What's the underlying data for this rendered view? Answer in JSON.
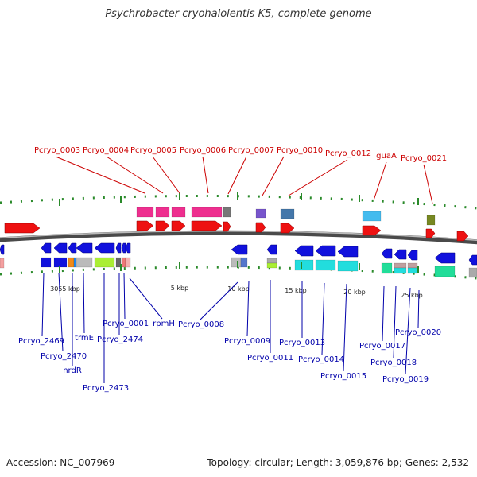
{
  "title": "Psychrobacter cryohalolentis K5, complete genome",
  "footer": {
    "accession": "Accession: NC_007969",
    "summary": "Topology: circular; Length: 3,059,876 bp; Genes: 2,532"
  },
  "ticks": [
    "3055 kbp",
    "5 kbp",
    "10 kbp",
    "15 kbp",
    "20 kbp",
    "25 kbp"
  ],
  "forward_labels": [
    "Pcryo_0003",
    "Pcryo_0004",
    "Pcryo_0005",
    "Pcryo_0006",
    "Pcryo_0007",
    "Pcryo_0010",
    "Pcryo_0012",
    "guaA",
    "Pcryo_0021"
  ],
  "reverse_labels": [
    "Pcryo_2469",
    "Pcryo_2470",
    "nrdR",
    "trmE",
    "Pcryo_2473",
    "Pcryo_2474",
    "Pcryo_0001",
    "rpmH",
    "Pcryo_0008",
    "Pcryo_0009",
    "Pcryo_0011",
    "Pcryo_0013",
    "Pcryo_0014",
    "Pcryo_0015",
    "Pcryo_0017",
    "Pcryo_0018",
    "Pcryo_0019",
    "Pcryo_0020"
  ],
  "colors": {
    "forward_label": "#cc0000",
    "reverse_label": "#0000aa",
    "forward_gene": "#ee1111",
    "reverse_gene": "#1111dd",
    "backbone": "#666666",
    "tick": "#2a8a2a"
  }
}
